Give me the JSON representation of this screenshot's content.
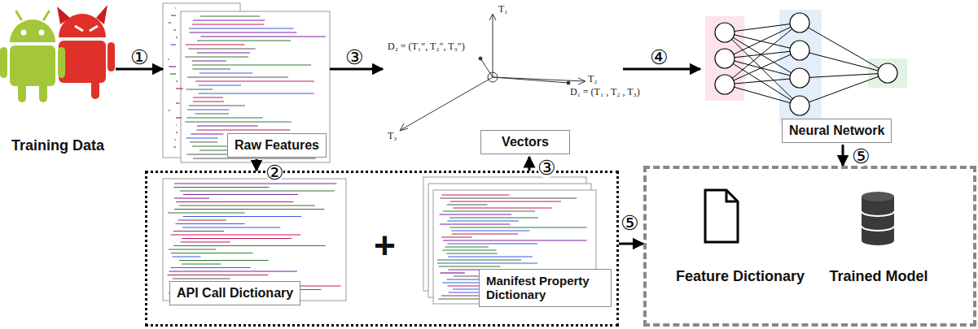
{
  "diagram": {
    "nodes": [
      {
        "text": [
          "Training Data"
        ]
      },
      {
        "text": [
          "Raw Features"
        ]
      },
      {
        "text": [
          "Vectors"
        ]
      },
      {
        "text": [
          "Neural Network"
        ]
      },
      {
        "text": [
          "+"
        ]
      },
      {
        "text": [
          "API Call Dictionary"
        ],
        "in": 4
      },
      {
        "text": [
          "Manifest Property Dictionary"
        ],
        "in": 4
      },
      {
        "text": []
      },
      {
        "text": [
          "Feature Dictionary"
        ],
        "in": 7
      },
      {
        "text": [
          "Trained Model"
        ],
        "in": 7
      }
    ],
    "edges": [
      {
        "from": 0,
        "to": 1,
        "arrow": "to",
        "label": "①"
      },
      {
        "from": 1,
        "to": 4,
        "arrow": "to",
        "label": "②"
      },
      {
        "from": 1,
        "to": 2,
        "arrow": "to",
        "label": "③"
      },
      {
        "from": 4,
        "to": 2,
        "arrow": "to",
        "label": "③"
      },
      {
        "from": 2,
        "to": 3,
        "arrow": "to",
        "label": "④"
      },
      {
        "from": 4,
        "to": 7,
        "arrow": "to",
        "label": "⑤"
      },
      {
        "from": 3,
        "to": 7,
        "arrow": "to",
        "label": "⑤"
      }
    ],
    "labels": [
      "T₁",
      "T₂",
      "T₃",
      "D₁ = (T₁ , T₂ , T₃)",
      "D₂ = (T₁″, T₂″, T₃″)"
    ]
  }
}
